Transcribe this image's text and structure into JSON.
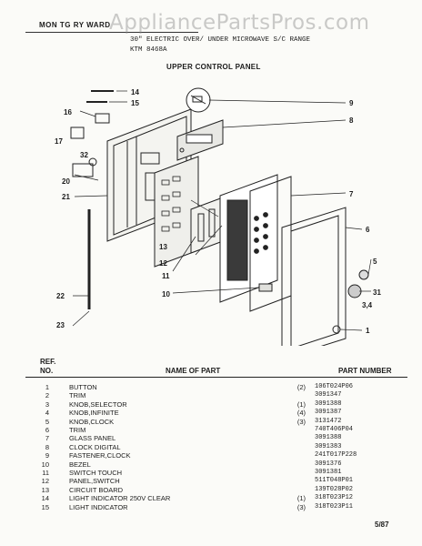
{
  "header": {
    "model_label": "MON  TG  RY  WARD",
    "watermark": "AppliancePartsPros.com",
    "subtitle_line1": "30\" ELECTRIC OVER/ UNDER MICROWAVE S/C RANGE",
    "subtitle_line2": "KTM 8468A",
    "section_title": "UPPER CONTROL PANEL"
  },
  "diagram": {
    "callouts": [
      "1",
      "3,4",
      "5",
      "6",
      "7",
      "8",
      "9",
      "10",
      "11",
      "12",
      "13",
      "14",
      "15",
      "16",
      "17",
      "20",
      "21",
      "22",
      "23",
      "31",
      "32"
    ]
  },
  "table": {
    "ref_header": "REF.",
    "no_header": "NO.",
    "name_header": "NAME OF PART",
    "part_header": "PART NUMBER",
    "rows": [
      {
        "ref": "1",
        "name": "BUTTON",
        "qty": "(2)",
        "part": "106T024P06"
      },
      {
        "ref": "2",
        "name": "TRIM",
        "qty": "",
        "part": "3091347"
      },
      {
        "ref": "3",
        "name": "KNOB,SELECTOR",
        "qty": "(1)",
        "part": "3091388"
      },
      {
        "ref": "4",
        "name": "KNOB,INFINITE",
        "qty": "(4)",
        "part": "3091387"
      },
      {
        "ref": "5",
        "name": "KNOB,CLOCK",
        "qty": "(3)",
        "part": "3131472"
      },
      {
        "ref": "6",
        "name": "TRIM",
        "qty": "",
        "part": "740T406P04"
      },
      {
        "ref": "7",
        "name": "GLASS PANEL",
        "qty": "",
        "part": "3091388"
      },
      {
        "ref": "8",
        "name": "CLOCK DIGITAL",
        "qty": "",
        "part": "3091383"
      },
      {
        "ref": "9",
        "name": "FASTENER,CLOCK",
        "qty": "",
        "part": "241T017P228"
      },
      {
        "ref": "10",
        "name": "BEZEL",
        "qty": "",
        "part": "3091376"
      },
      {
        "ref": "11",
        "name": "SWITCH TOUCH",
        "qty": "",
        "part": "3091381"
      },
      {
        "ref": "12",
        "name": "PANEL,SWITCH",
        "qty": "",
        "part": "511T048P01"
      },
      {
        "ref": "13",
        "name": "CIRCUIT BOARD",
        "qty": "",
        "part": "139T028P02"
      },
      {
        "ref": "14",
        "name": "LIGHT INDICATOR 250V CLEAR",
        "qty": "(1)",
        "part": "318T023P12"
      },
      {
        "ref": "15",
        "name": "LIGHT INDICATOR",
        "qty": "(3)",
        "part": "318T023P11"
      }
    ]
  },
  "footer": {
    "page_date": "5/87"
  }
}
